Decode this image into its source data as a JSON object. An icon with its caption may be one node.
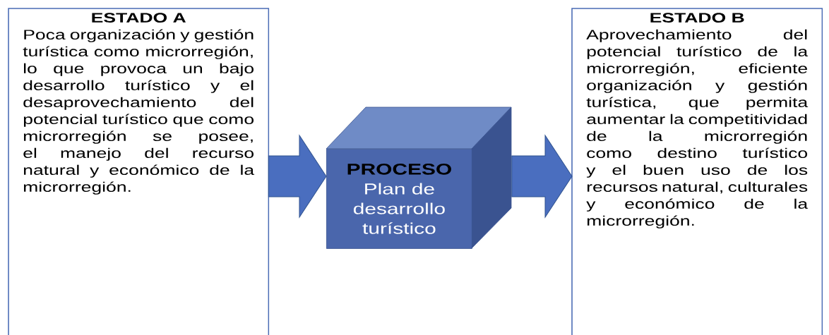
{
  "diagram": {
    "nodes": [
      {
        "text": [
          "ESTADO A",
          "Poca organización y gestión turística como microrregión, lo que provoca un bajo desarrollo turístico y el desaprovechamiento del potencial turístico que como microrregión se posee, el manejo del recurso natural y económico de la microrregión."
        ]
      },
      {
        "text": [
          "PROCESO",
          "Plan de desarrollo turístico"
        ]
      },
      {
        "text": [
          "ESTADO B",
          "Aprovechamiento del potencial turístico de la microrregión, eficiente organización y gestión turística, que permita aumentar la competitividad de la microrregión como destino turístico y el buen uso de los recursos natural, culturales y económico de la microrregión."
        ]
      }
    ],
    "edges": [
      {
        "from": 0,
        "to": 1,
        "arrow": "to"
      },
      {
        "from": 1,
        "to": 2,
        "arrow": "to"
      }
    ]
  }
}
